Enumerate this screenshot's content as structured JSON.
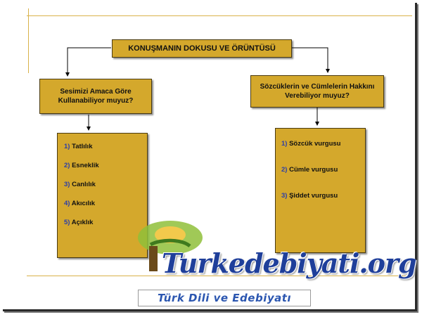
{
  "diagram": {
    "title": "KONUŞMANIN DOKUSU VE ÖRÜNTÜSÜ",
    "left_question": "Sesimizi Amaca Göre Kullanabiliyor muyuz?",
    "right_question": "Sözcüklerin ve Cümlelerin Hakkını Verebiliyor muyuz?",
    "left_items": [
      {
        "num": "1)",
        "label": "Tatlılık"
      },
      {
        "num": "2)",
        "label": "Esneklik"
      },
      {
        "num": "3)",
        "label": "Canlılık"
      },
      {
        "num": "4)",
        "label": "Akıcılık"
      },
      {
        "num": "5)",
        "label": "Açıklık"
      }
    ],
    "right_items": [
      {
        "num": "1)",
        "label": "Sözcük vurgusu"
      },
      {
        "num": "2)",
        "label": "Cümle vurgusu"
      },
      {
        "num": "3)",
        "label": "Şiddet vurgusu"
      }
    ]
  },
  "watermark": {
    "logo_text": "Turkedebiyati.org",
    "tagline": "Türk Dili ve Edebiyatı"
  },
  "colors": {
    "box_fill": "#d4a82c",
    "line_gold": "#d9b24a",
    "number_blue": "#2b3ea8",
    "logo_blue": "#1f3f9a"
  }
}
